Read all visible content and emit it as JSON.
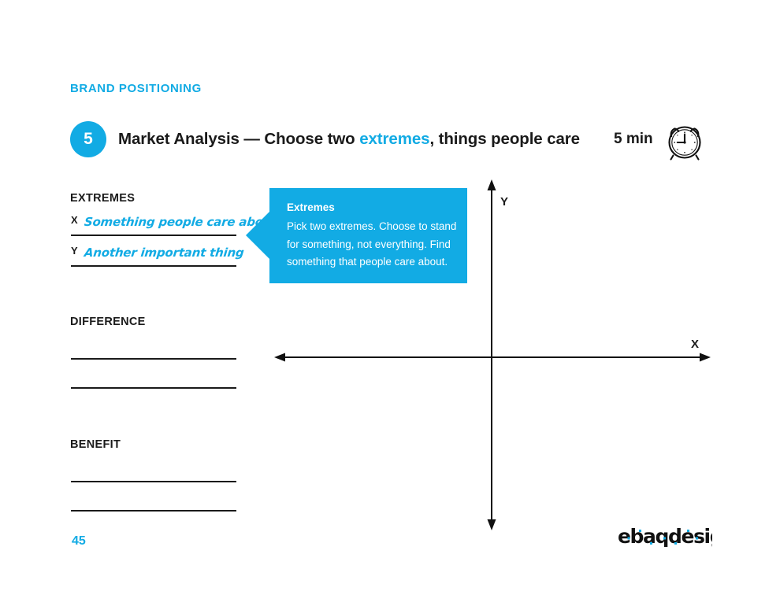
{
  "kicker": "BRAND POSITIONING",
  "header": {
    "step_number": "5",
    "title_part1": "Market Analysis — Choose two ",
    "title_highlight": "extremes",
    "title_part2": ", things people care",
    "timer": "5 min",
    "clock_icon": "alarm-clock-icon"
  },
  "worksheet": {
    "sections": [
      {
        "label": "EXTREMES",
        "rows": [
          {
            "tag": "X",
            "value": "Something people care about"
          },
          {
            "tag": "Y",
            "value": "Another important thing"
          }
        ]
      },
      {
        "label": "DIFFERENCE",
        "rows": [
          {
            "tag": "",
            "value": ""
          },
          {
            "tag": "",
            "value": ""
          }
        ]
      },
      {
        "label": "BENEFIT",
        "rows": [
          {
            "tag": "",
            "value": ""
          },
          {
            "tag": "",
            "value": ""
          }
        ]
      }
    ]
  },
  "callout": {
    "title": "Extremes",
    "body": "Pick two extremes. Choose to stand for something, not everything.  Find something that people care about."
  },
  "chart_data": {
    "type": "scatter",
    "title": "",
    "xlabel": "X",
    "ylabel": "Y",
    "x": [],
    "y": [],
    "series": [],
    "xlim": [
      -1,
      1
    ],
    "ylim": [
      -1,
      1
    ],
    "grid": false,
    "legend": "none",
    "annotations": [
      "X",
      "Y"
    ],
    "axis_style": "double-headed-arrows-through-origin"
  },
  "footer": {
    "page_number": "45",
    "brand": "ebaqdesign"
  },
  "colors": {
    "accent": "#12ABE4",
    "ink": "#1a1a1a",
    "paper": "#ffffff"
  }
}
